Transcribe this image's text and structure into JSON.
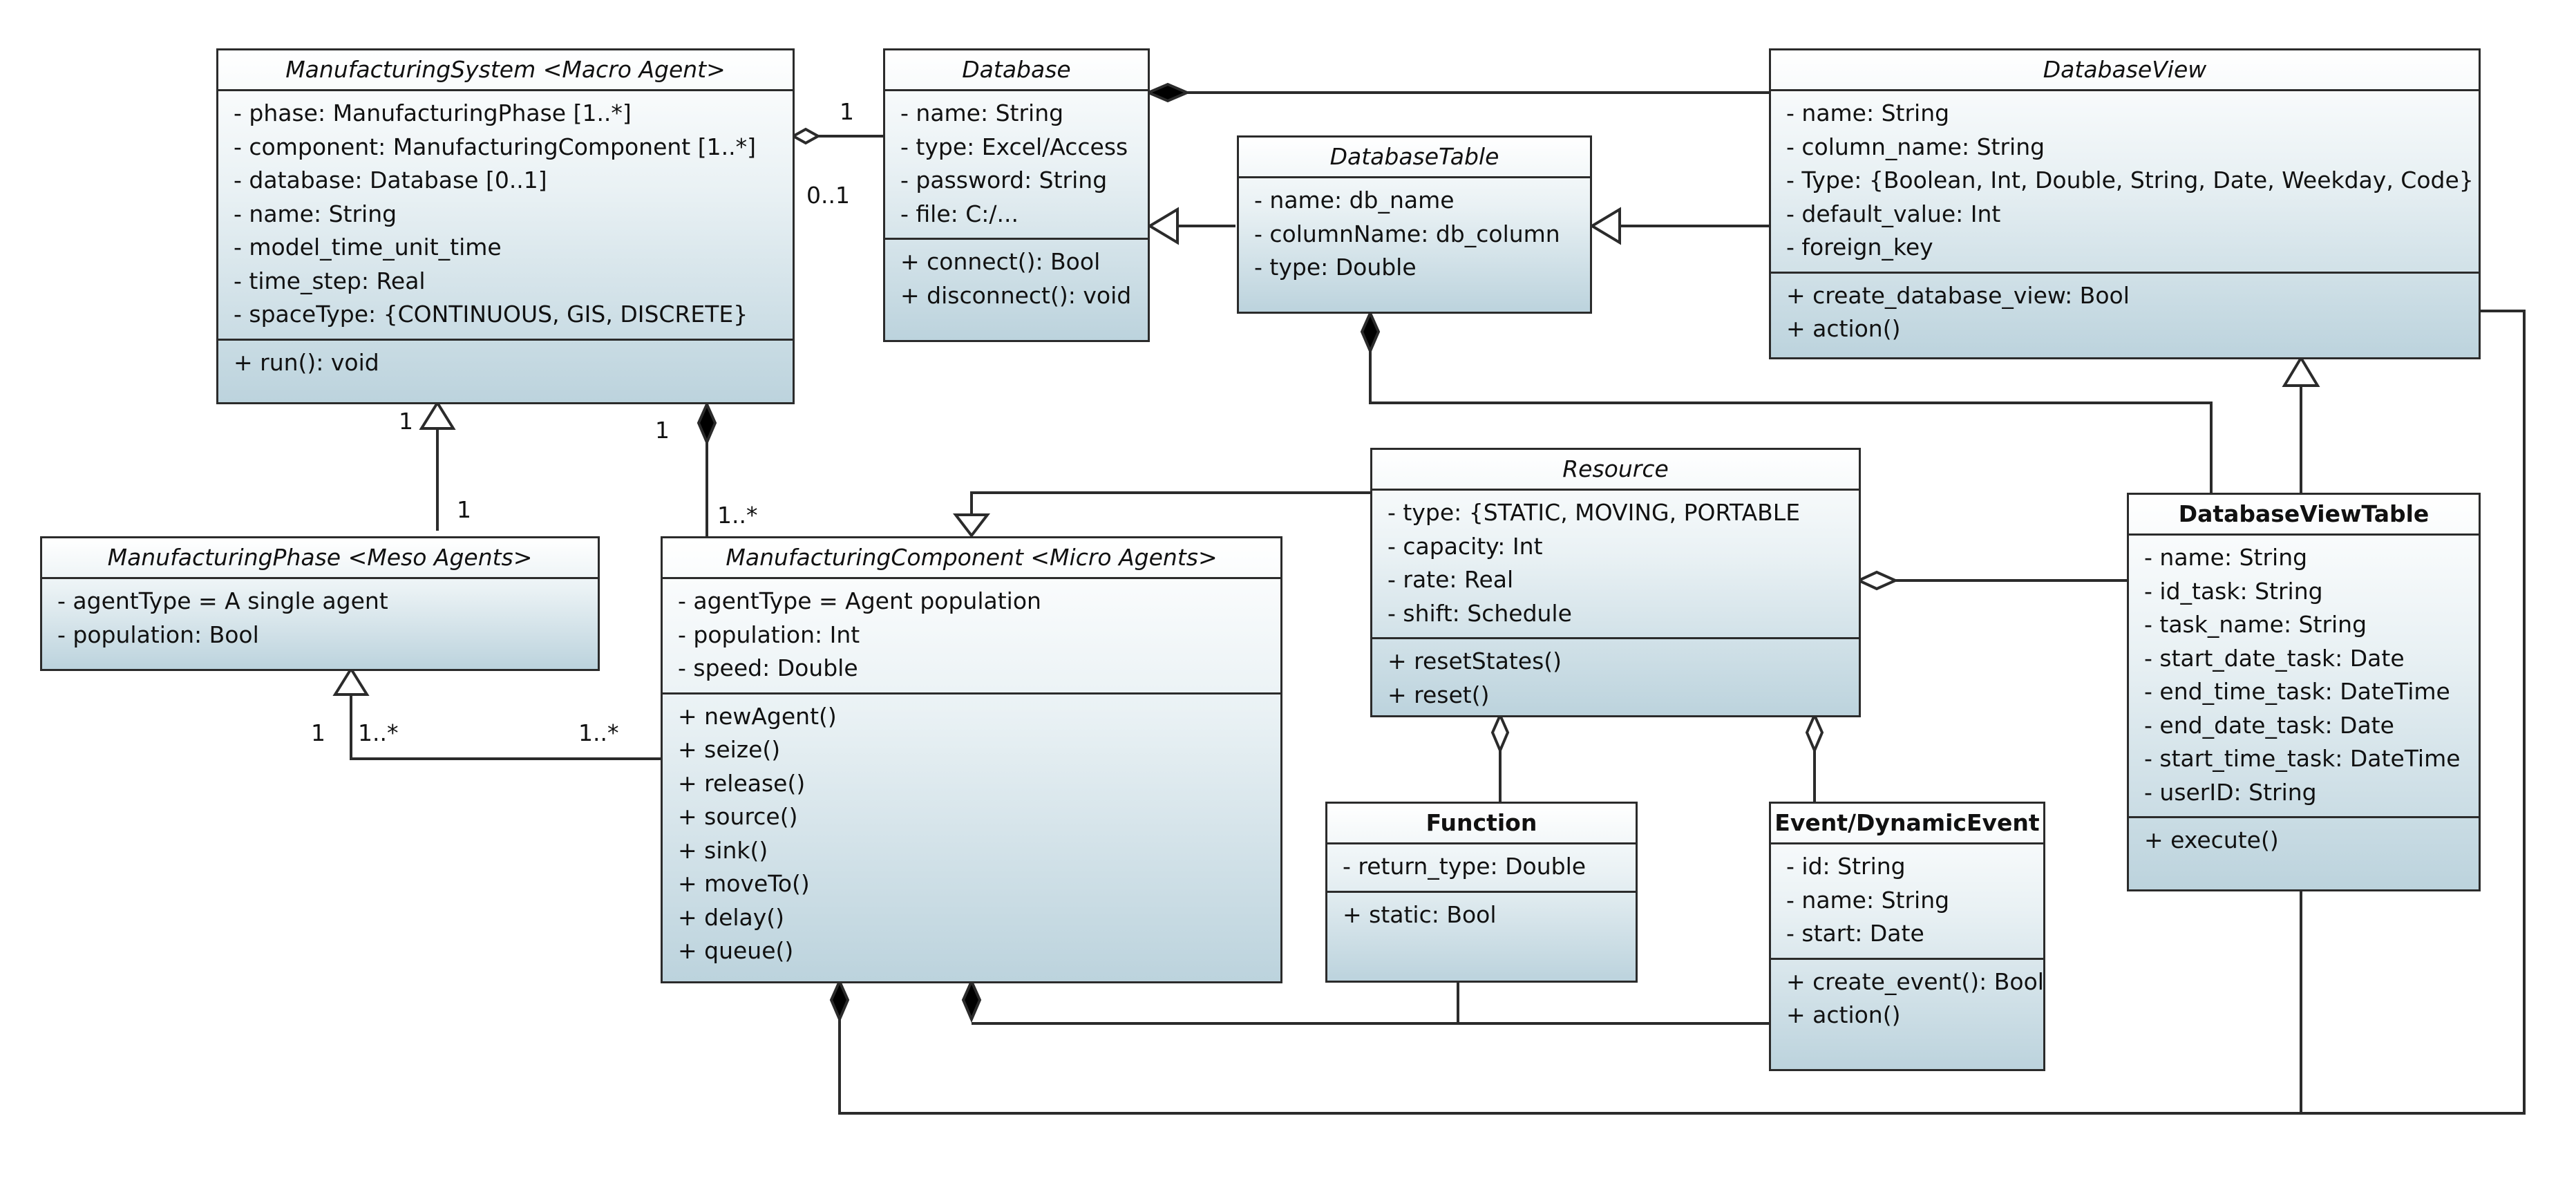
{
  "classes": {
    "manufacturing_system": {
      "title": "ManufacturingSystem <Macro Agent>",
      "attributes": [
        "- phase: ManufacturingPhase [1..*]",
        "- component: ManufacturingComponent [1..*]",
        "- database: Database [0..1]",
        "- name: String",
        "- model_time_unit_time",
        "- time_step: Real",
        "- spaceType: {CONTINUOUS, GIS, DISCRETE}"
      ],
      "operations": [
        "+ run(): void"
      ]
    },
    "database": {
      "title": "Database",
      "attributes": [
        "- name: String",
        "- type: Excel/Access",
        "- password: String",
        "- file: C:/..."
      ],
      "operations": [
        "+ connect(): Bool",
        "+ disconnect(): void"
      ]
    },
    "database_table": {
      "title": "DatabaseTable",
      "attributes": [
        "- name: db_name",
        "- columnName: db_column",
        "- type: Double"
      ]
    },
    "database_view": {
      "title": "DatabaseView",
      "attributes": [
        "- name: String",
        "- column_name: String",
        "- Type: {Boolean, Int, Double, String, Date, Weekday, Code}",
        "- default_value: Int",
        "- foreign_key"
      ],
      "operations": [
        "+ create_database_view: Bool",
        "+ action()"
      ]
    },
    "manufacturing_phase": {
      "title": "ManufacturingPhase <Meso Agents>",
      "attributes": [
        "- agentType = A single agent",
        "- population: Bool"
      ]
    },
    "manufacturing_component": {
      "title": "ManufacturingComponent <Micro Agents>",
      "attributes": [
        "- agentType = Agent population",
        "- population: Int",
        "- speed: Double"
      ],
      "operations": [
        "+ newAgent()",
        "+ seize()",
        "+ release()",
        "+ source()",
        "+ sink()",
        "+ moveTo()",
        "+ delay()",
        "+ queue()"
      ]
    },
    "resource": {
      "title": "Resource",
      "attributes": [
        "- type: {STATIC, MOVING, PORTABLE",
        "- capacity: Int",
        "- rate: Real",
        "- shift: Schedule"
      ],
      "operations": [
        "+ resetStates()",
        "+ reset()"
      ]
    },
    "database_view_table": {
      "title": "DatabaseViewTable",
      "attributes": [
        "- name: String",
        "- id_task: String",
        "- task_name: String",
        "- start_date_task: Date",
        "- end_time_task: DateTime",
        "- end_date_task: Date",
        "- start_time_task: DateTime",
        "- userID: String"
      ],
      "operations": [
        "+ execute()"
      ]
    },
    "function": {
      "title": "Function",
      "attributes": [
        "- return_type: Double"
      ],
      "operations": [
        "+ static: Bool"
      ]
    },
    "event": {
      "title": "Event/DynamicEvent",
      "attributes": [
        "- id: String",
        "- name: String",
        "- start: Date"
      ],
      "operations": [
        "+ create_event(): Bool",
        "+ action()"
      ]
    }
  },
  "multiplicities": {
    "ms_db_one": "1",
    "ms_db_zero_one": "0..1",
    "ms_phase_one_top": "1",
    "ms_phase_one_bottom": "1",
    "ms_comp_one": "1",
    "ms_comp_many": "1..*",
    "phase_one": "1",
    "phase_many": "1..*",
    "comp_many": "1..*"
  },
  "colors": {
    "box_top": "#ffffff",
    "box_bottom": "#bcd3dd",
    "stroke": "#2b2b2b"
  }
}
